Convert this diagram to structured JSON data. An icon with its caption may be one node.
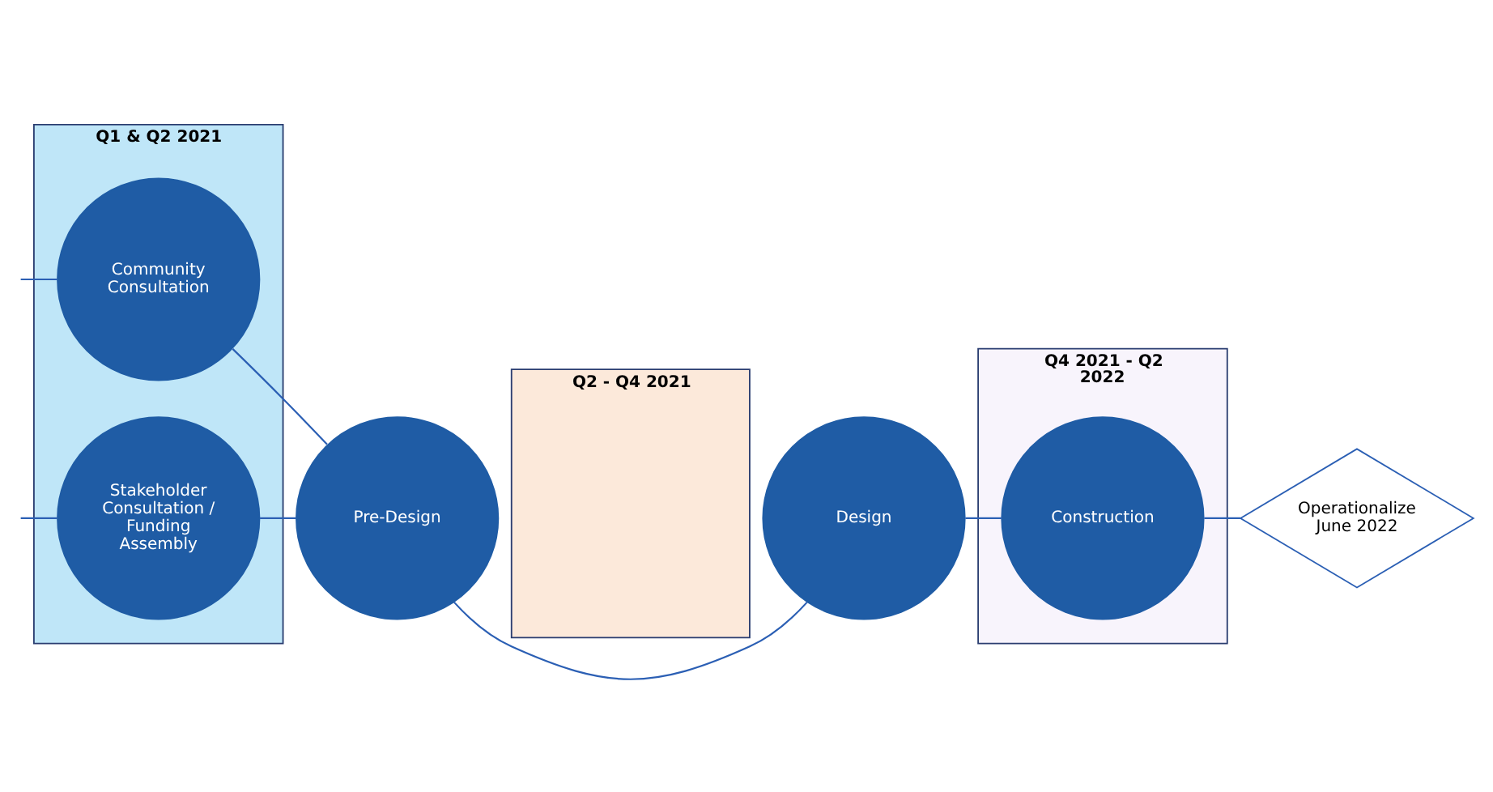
{
  "diagram": {
    "nodes": [
      {
        "text": [
          "Q1 & Q2 2021"
        ]
      },
      {
        "text": [
          "Q2 - Q4 2021"
        ]
      },
      {
        "text": [
          "Q4 2021 - Q2 2022"
        ]
      },
      {
        "text": [
          "Community Consultation"
        ],
        "in": 0
      },
      {
        "text": [
          "Stakeholder Consultation / Funding Assembly"
        ],
        "in": 0
      },
      {
        "text": [
          "Pre-Design"
        ]
      },
      {
        "text": [
          "Design"
        ]
      },
      {
        "text": [
          "Construction"
        ],
        "in": 2
      },
      {
        "text": [
          "Operationalize June 2022"
        ]
      }
    ],
    "edges": [
      {
        "from": null,
        "to": 3,
        "arrow": "none"
      },
      {
        "from": null,
        "to": 4,
        "arrow": "none"
      },
      {
        "from": 3,
        "to": 5,
        "arrow": "none"
      },
      {
        "from": 4,
        "to": 5,
        "arrow": "none"
      },
      {
        "from": 5,
        "to": 6,
        "arrow": "none"
      },
      {
        "from": 6,
        "to": 7,
        "arrow": "none"
      },
      {
        "from": 7,
        "to": 8,
        "arrow": "none"
      }
    ]
  }
}
